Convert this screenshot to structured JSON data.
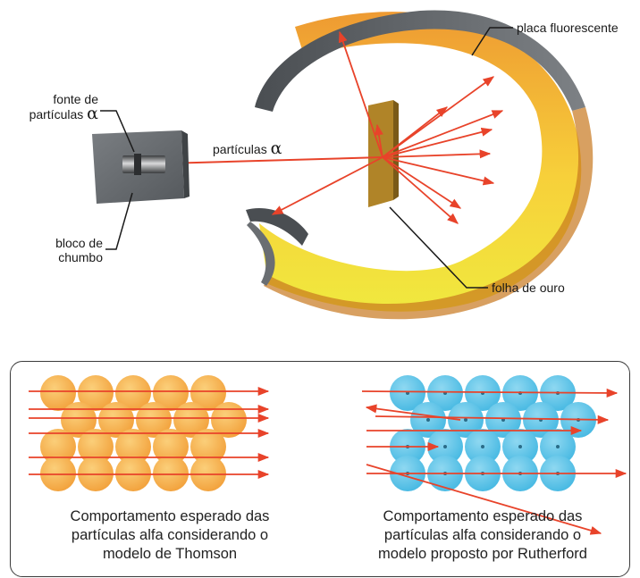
{
  "labels": {
    "source_line1": "fonte de",
    "source_line2": "partículas",
    "alpha": "α",
    "particles_beam": "partículas",
    "lead_line1": "bloco de",
    "lead_line2": "chumbo",
    "screen": "placa fluorescente",
    "foil": "folha de ouro"
  },
  "captions": {
    "thomson": [
      "Comportamento esperado das",
      "partículas alfa considerando o",
      "modelo de Thomson"
    ],
    "rutherford": [
      "Comportamento esperado das",
      "partículas alfa considerando o",
      "modelo proposto por Rutherford"
    ]
  },
  "colors": {
    "ray": "#e8432a",
    "gold_atom": "#f6b14a",
    "blue_atom": "#5cc6ea",
    "screen_outer": "#5f6368",
    "screen_inner_top": "#f2a33a",
    "screen_inner_bottom": "#f6e83a",
    "foil": "#b58a2a",
    "lead_block": "#666a6e"
  }
}
